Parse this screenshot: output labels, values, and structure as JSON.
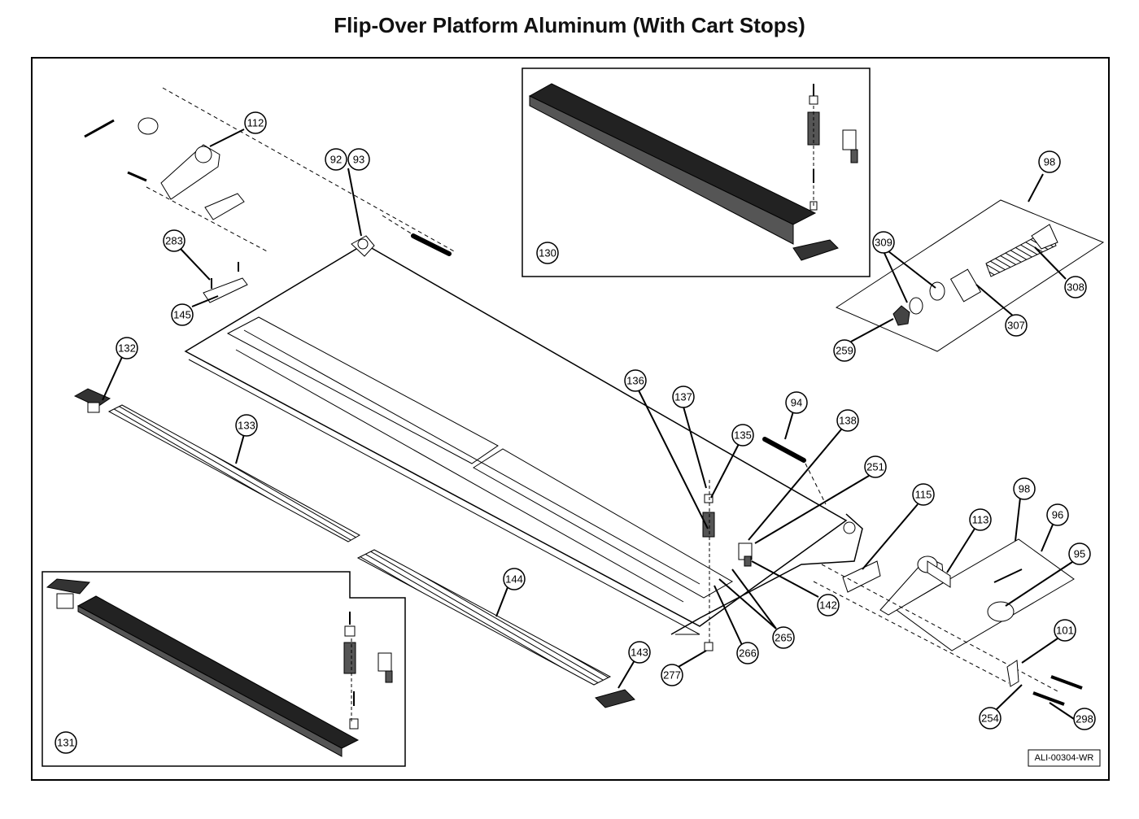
{
  "title": "Flip-Over Platform Aluminum (With Cart Stops)",
  "document_id": "ALI-00304-WR",
  "callouts": [
    "112",
    "92",
    "93",
    "283",
    "145",
    "132",
    "133",
    "130",
    "98",
    "309",
    "308",
    "307",
    "259",
    "136",
    "137",
    "135",
    "94",
    "138",
    "251",
    "115",
    "113",
    "98",
    "96",
    "95",
    "142",
    "265",
    "266",
    "277",
    "144",
    "143",
    "101",
    "254",
    "298",
    "131"
  ]
}
